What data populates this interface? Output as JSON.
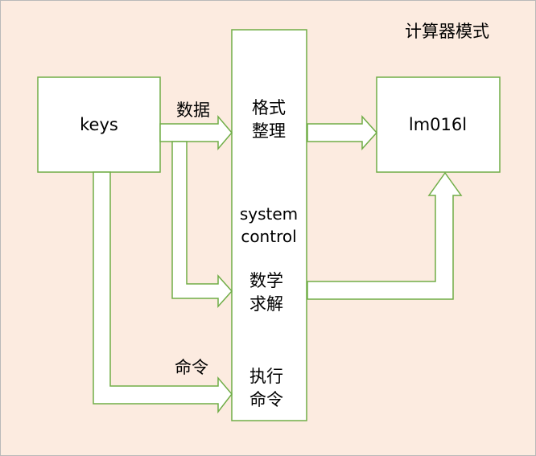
{
  "diagram": {
    "title": "计算器模式",
    "blocks": {
      "keys": {
        "label": "keys"
      },
      "system_control": {
        "label_line1": "system",
        "label_line2": "control"
      },
      "format_arrange": {
        "line1": "格式",
        "line2": "整理"
      },
      "math_solve": {
        "line1": "数学",
        "line2": "求解"
      },
      "execute_command": {
        "line1": "执行",
        "line2": "命令"
      },
      "lm016l": {
        "label": "lm016l"
      }
    },
    "edge_labels": {
      "data": "数据",
      "command": "命令"
    },
    "colors": {
      "background": "#fcebe0",
      "box_fill": "#ffffff",
      "box_stroke": "#70ad47",
      "arrow_fill": "#ffffff",
      "arrow_stroke": "#70ad47",
      "canvas_border": "#b9b9b9",
      "text": "#000000"
    }
  }
}
